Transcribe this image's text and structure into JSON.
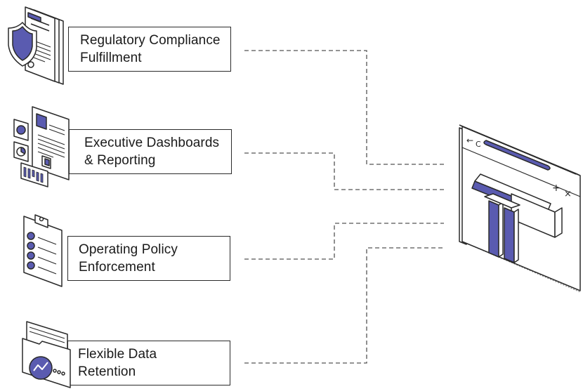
{
  "features": [
    {
      "id": "compliance",
      "label": "Regulatory Compliance\nFulfillment",
      "icon": "compliance-documents-icon"
    },
    {
      "id": "dashboards",
      "label": "Executive Dashboards\n& Reporting",
      "icon": "dashboard-report-icon"
    },
    {
      "id": "policy",
      "label": "Operating Policy\nEnforcement",
      "icon": "clipboard-checklist-icon"
    },
    {
      "id": "retention",
      "label": "Flexible Data\nRetention",
      "icon": "data-folder-icon"
    }
  ],
  "hub": {
    "icon": "browser-window-logo-icon",
    "browser_controls": [
      "←",
      "C",
      "+",
      "×"
    ]
  },
  "colors": {
    "accent": "#5a5bb0",
    "line": "#2a2a2a",
    "connector": "#555555"
  }
}
